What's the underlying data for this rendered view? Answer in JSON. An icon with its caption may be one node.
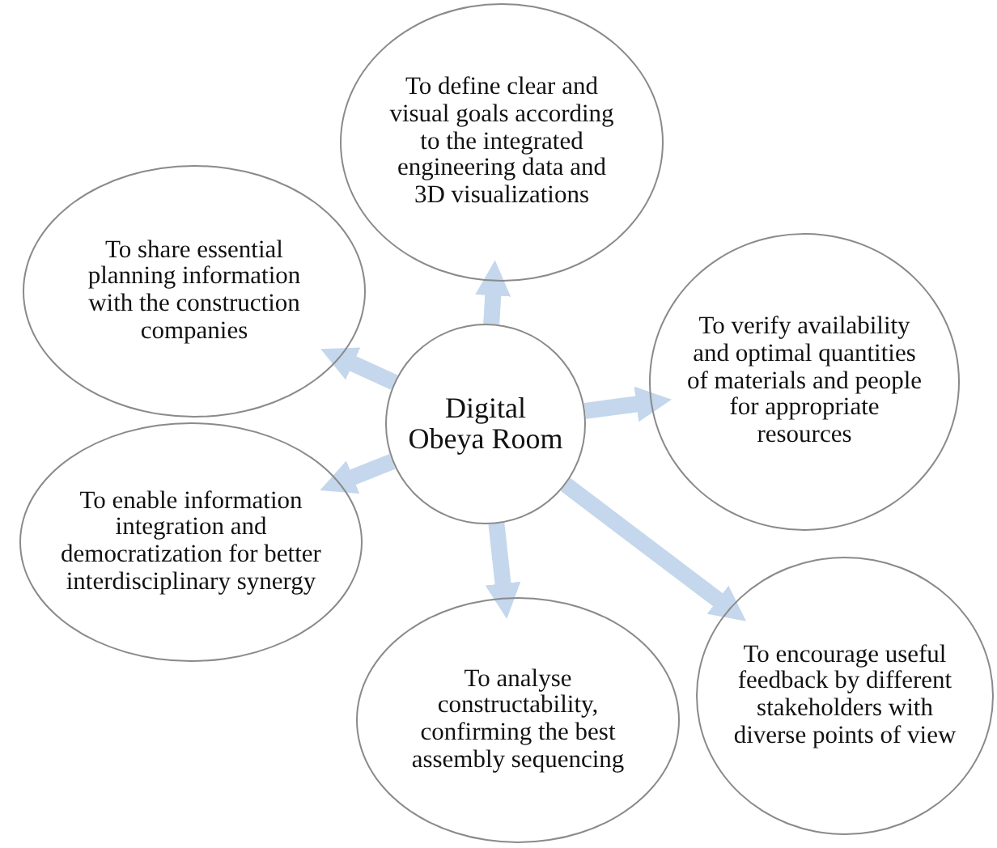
{
  "diagram": {
    "nodes": [
      {
        "text": [
          "Digital Obeya Room"
        ]
      },
      {
        "text": [
          "To define clear and visual goals according to the integrated engineering data and 3D visualizations"
        ]
      },
      {
        "text": [
          "To verify availability and optimal quantities of materials and people for appropriate resources"
        ]
      },
      {
        "text": [
          "To encourage useful feedback by different stakeholders with diverse points of view"
        ]
      },
      {
        "text": [
          "To analyse constructability, confirming the best assembly sequencing"
        ]
      },
      {
        "text": [
          "To enable information integration and democratization for better interdisciplinary synergy"
        ]
      },
      {
        "text": [
          "To share essential planning information with the construction companies"
        ]
      }
    ],
    "edges": [
      {
        "from": 0,
        "to": 1,
        "arrow": "to"
      },
      {
        "from": 0,
        "to": 2,
        "arrow": "to"
      },
      {
        "from": 0,
        "to": 3,
        "arrow": "to"
      },
      {
        "from": 0,
        "to": 4,
        "arrow": "to"
      },
      {
        "from": 0,
        "to": 5,
        "arrow": "to"
      },
      {
        "from": 0,
        "to": 6,
        "arrow": "to"
      }
    ]
  }
}
